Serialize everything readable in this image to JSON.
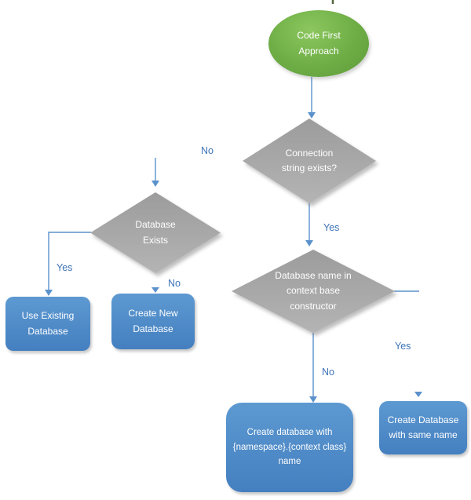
{
  "diagram": {
    "type": "flowchart",
    "title": "Code First Approach",
    "nodes": {
      "start": "Code First Approach",
      "connection_string": "Connection string exists?",
      "database_exists": "Database Exists",
      "database_name": "Database name in context base constructor",
      "use_existing": "Use Existing Database",
      "create_new": "Create New Database",
      "create_namespace": "Create database with {namespace}.{context class} name",
      "create_same_name": "Create Database with same name"
    },
    "edge_labels": {
      "connection_no": "No",
      "connection_yes": "Yes",
      "exists_yes": "Yes",
      "exists_no": "No",
      "name_no": "No",
      "name_yes": "Yes"
    },
    "colors": {
      "start_fill": "#6fae47",
      "decision_fill": "#a6a6a6",
      "process_fill": "#4f88c6",
      "connector": "#5b92cc",
      "label_text": "#3e74b8",
      "node_text": "#ffffff"
    }
  }
}
